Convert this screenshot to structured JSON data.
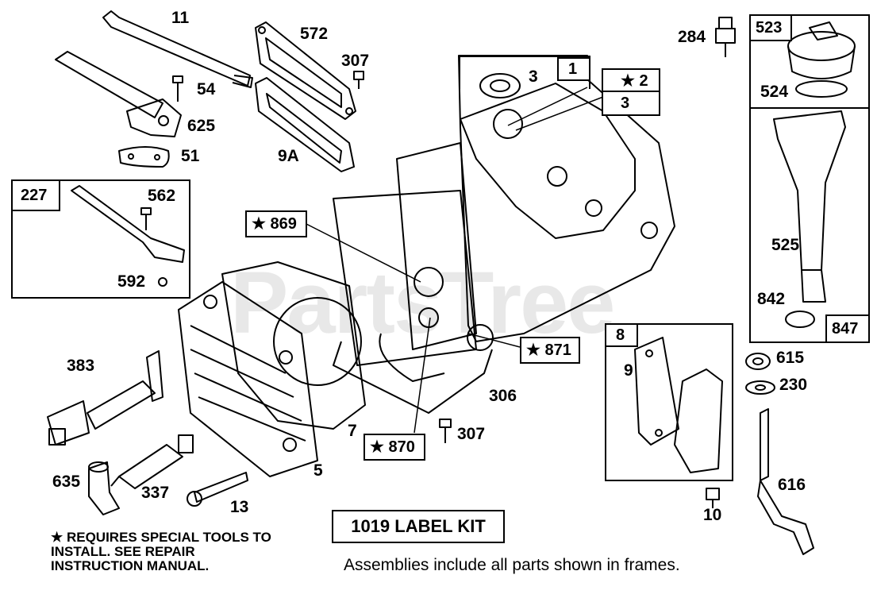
{
  "watermark": "PartsTree",
  "callouts": {
    "n11": "11",
    "n572": "572",
    "n307a": "307",
    "n54": "54",
    "n625": "625",
    "n51": "51",
    "n9A": "9A",
    "n3a": "3",
    "n284": "284",
    "n524": "524",
    "n562": "562",
    "n592": "592",
    "n525": "525",
    "n842": "842",
    "n383": "383",
    "n306": "306",
    "n307b": "307",
    "n7": "7",
    "n5": "5",
    "n635": "635",
    "n337": "337",
    "n13": "13",
    "n9": "9",
    "n615": "615",
    "n230": "230",
    "n616": "616",
    "n10": "10"
  },
  "boxed": {
    "b1": "1",
    "b2": "★ 2",
    "b3": "3",
    "b227": "227",
    "b523": "523",
    "b847": "847",
    "b869": "★ 869",
    "b871": "★ 871",
    "b870": "★ 870",
    "b8": "8"
  },
  "note": "★ REQUIRES SPECIAL TOOLS TO INSTALL.  SEE REPAIR INSTRUCTION MANUAL.",
  "label_kit": "1019 LABEL KIT",
  "assemblies_note": "Assemblies include all parts shown in frames."
}
